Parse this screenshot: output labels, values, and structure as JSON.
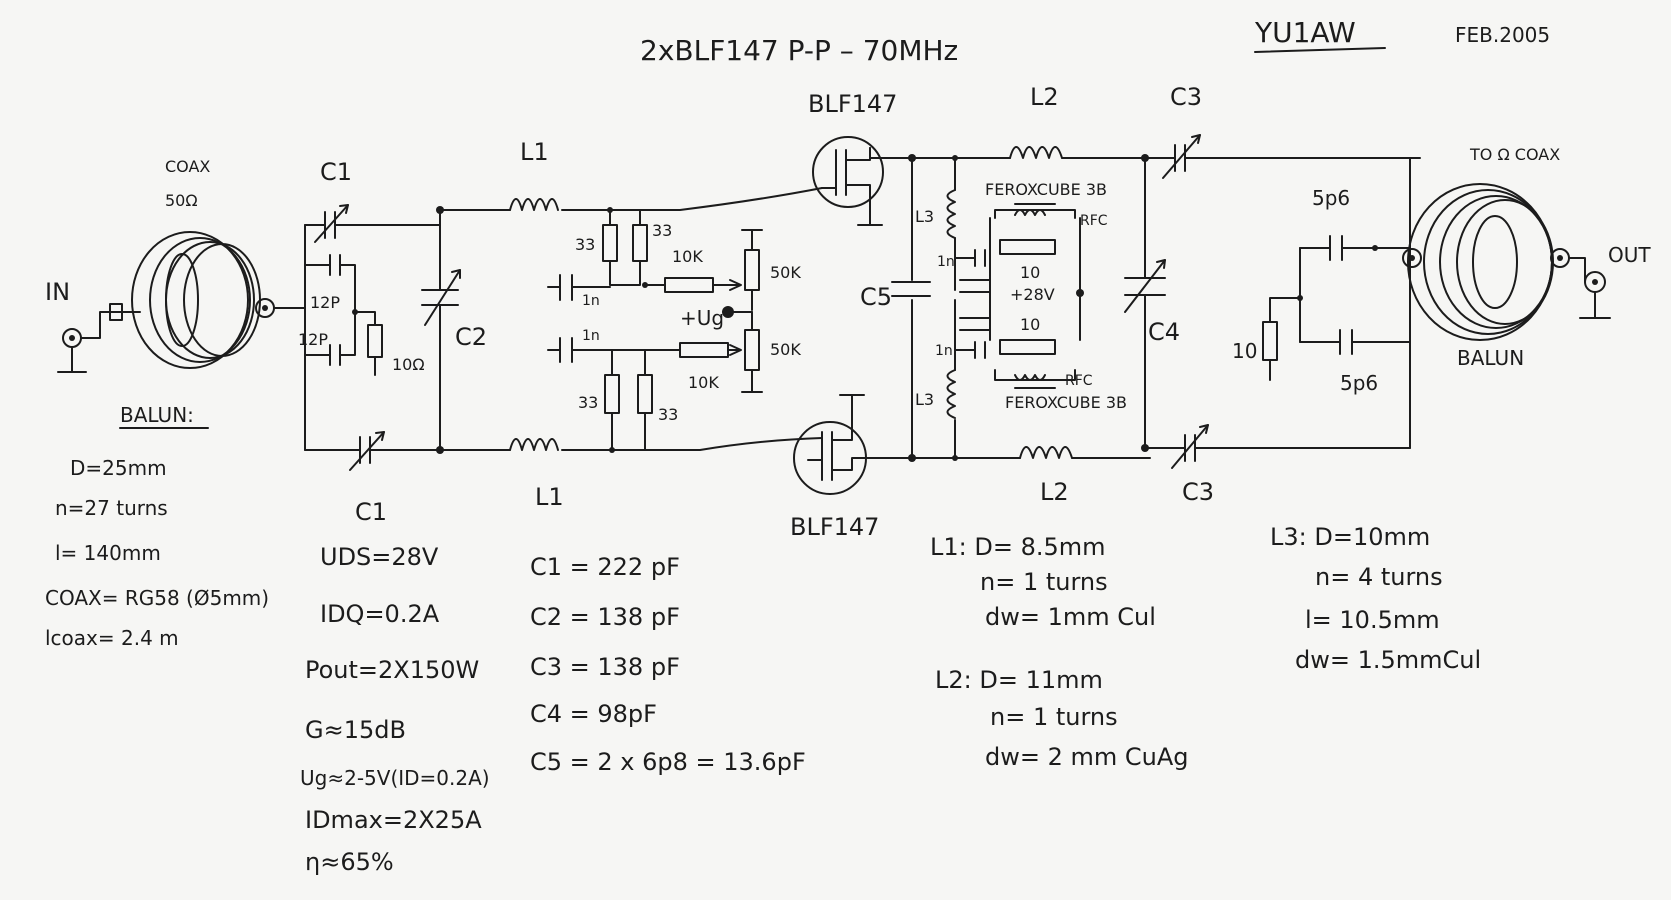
{
  "header": {
    "title": "2xBLF147 P-P – 70MHz",
    "author": "YU1AW",
    "date": "FEB.2005"
  },
  "labels": {
    "in": "IN",
    "out": "OUT",
    "coax_in": "COAX",
    "coax_in_imp": "50Ω",
    "coax_out": "TO Ω COAX",
    "balun_out": "BALUN",
    "c1_top": "C1",
    "c1_bot": "C1",
    "c2": "C2",
    "c3_top": "C3",
    "c3_bot": "C3",
    "c4": "C4",
    "c5": "C5",
    "l1_top": "L1",
    "l1_bot": "L1",
    "l2_top": "L2",
    "l2_bot": "L2",
    "l3_top": "L3",
    "l3_bot": "L3",
    "cap_12p_a": "12P",
    "cap_12p_b": "12P",
    "r_10a": "10Ω",
    "r33_1": "33",
    "r33_2": "33",
    "r33_3": "33",
    "r33_4": "33",
    "r10k_top": "10K",
    "r10k_bot": "10K",
    "pot50k_top": "50K",
    "pot50k_bot": "50K",
    "ug": "+Ug",
    "cap1n_top": "1n",
    "cap1n_bot": "1n",
    "blf_top": "BLF147",
    "blf_bot": "BLF147",
    "ferox_top": "FEROXCUBE 3B",
    "ferox_bot": "FEROXCUBE 3B",
    "rfc_top": "RFC",
    "rfc_bot": "RFC",
    "r10_top": "10",
    "r10_bot": "10",
    "v28": "+28V",
    "cap1n_l3a": "1n",
    "cap1n_l3b": "1n",
    "sp6_top": "5p6",
    "sp6_bot": "5p6",
    "r10_out": "10"
  },
  "notes": {
    "balun": [
      "BALUN:",
      "D=25mm",
      "n=27 turns",
      "l= 140mm",
      "COAX= RG58 (Ø5mm)",
      "lcoax= 2.4 m"
    ],
    "operating": [
      "UDS=28V",
      "IDQ=0.2A",
      "Pout=2X150W",
      "G≈15dB",
      "Ug≈2-5V(ID=0.2A)",
      "IDmax=2X25A",
      "η≈65%"
    ],
    "caps": [
      "C1 = 222 pF",
      "C2 = 138 pF",
      "C3 = 138 pF",
      "C4 = 98pF",
      "C5 = 2 x 6p8 = 13.6pF"
    ],
    "l1": [
      "L1: D= 8.5mm",
      "n= 1 turns",
      "dw= 1mm Cul"
    ],
    "l2": [
      "L2: D= 11mm",
      "n= 1 turns",
      "dw= 2 mm CuAg"
    ],
    "l3": [
      "L3: D=10mm",
      "n= 4 turns",
      "l= 10.5mm",
      "dw= 1.5mmCul"
    ]
  }
}
